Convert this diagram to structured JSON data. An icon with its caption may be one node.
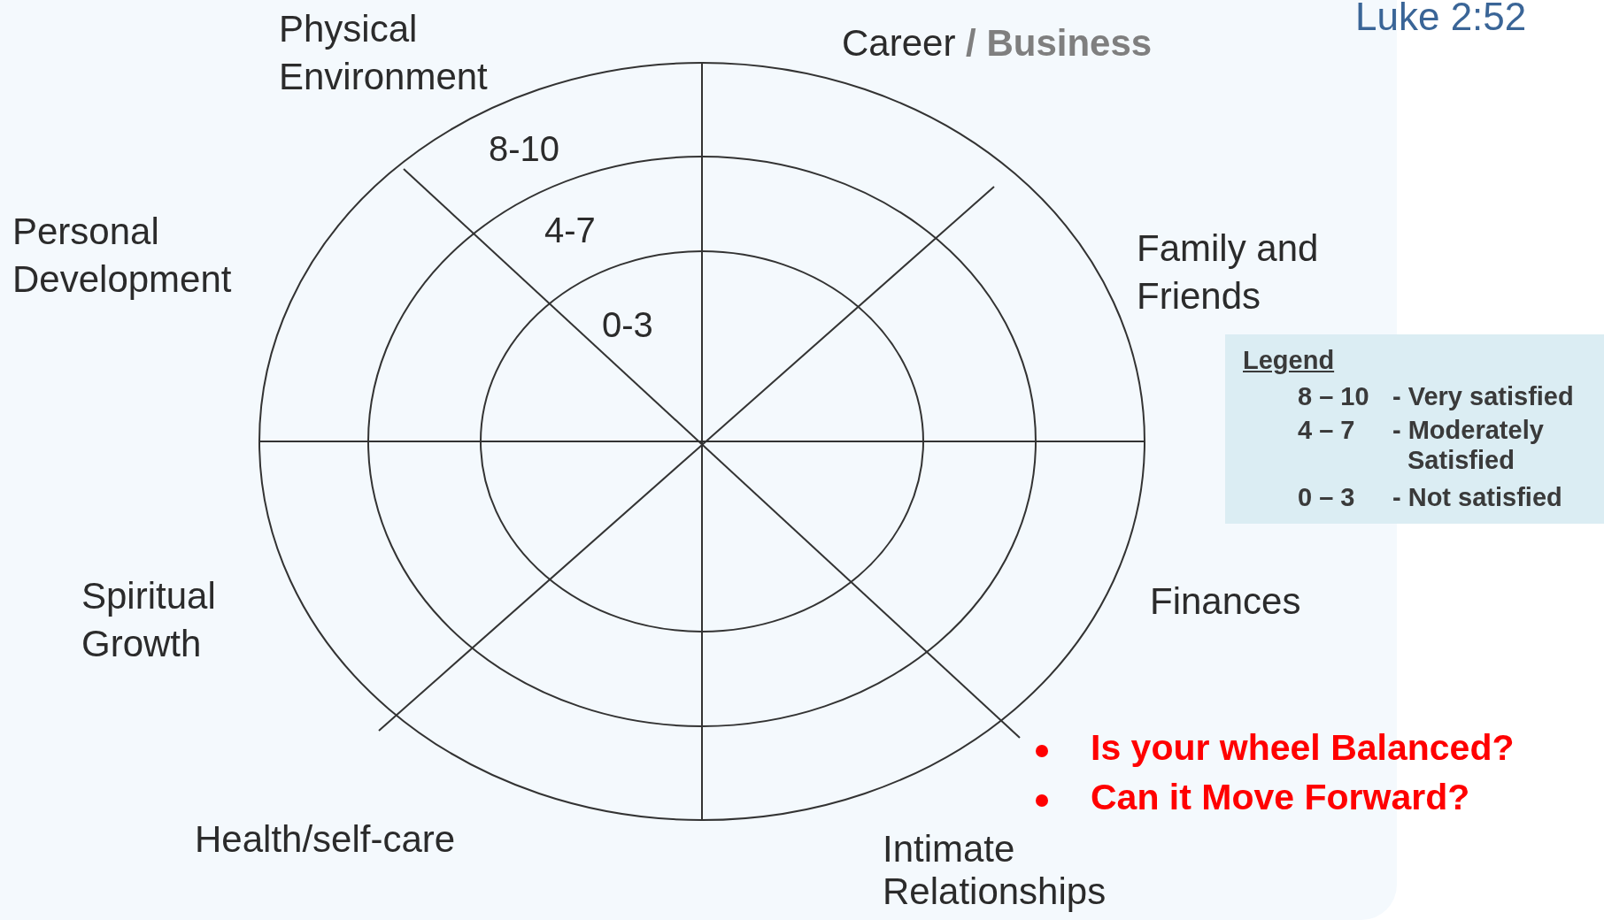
{
  "diagram": {
    "labels": [
      "Luke 2:52",
      "Physical Environment",
      "Career **/ Business**",
      "Personal Development",
      "Family and Friends",
      "8-10",
      "4-7",
      "0-3",
      "Spiritual Growth",
      "Finances",
      "Health/self-care",
      "Intimate Relationships",
      "Legend",
      "8 – 10",
      "- Very satisfied",
      "4 – 7",
      "- Moderately Satisfied",
      "0 – 3",
      "- Not satisfied",
      "Is your wheel Balanced?",
      "Can it Move Forward?"
    ]
  }
}
